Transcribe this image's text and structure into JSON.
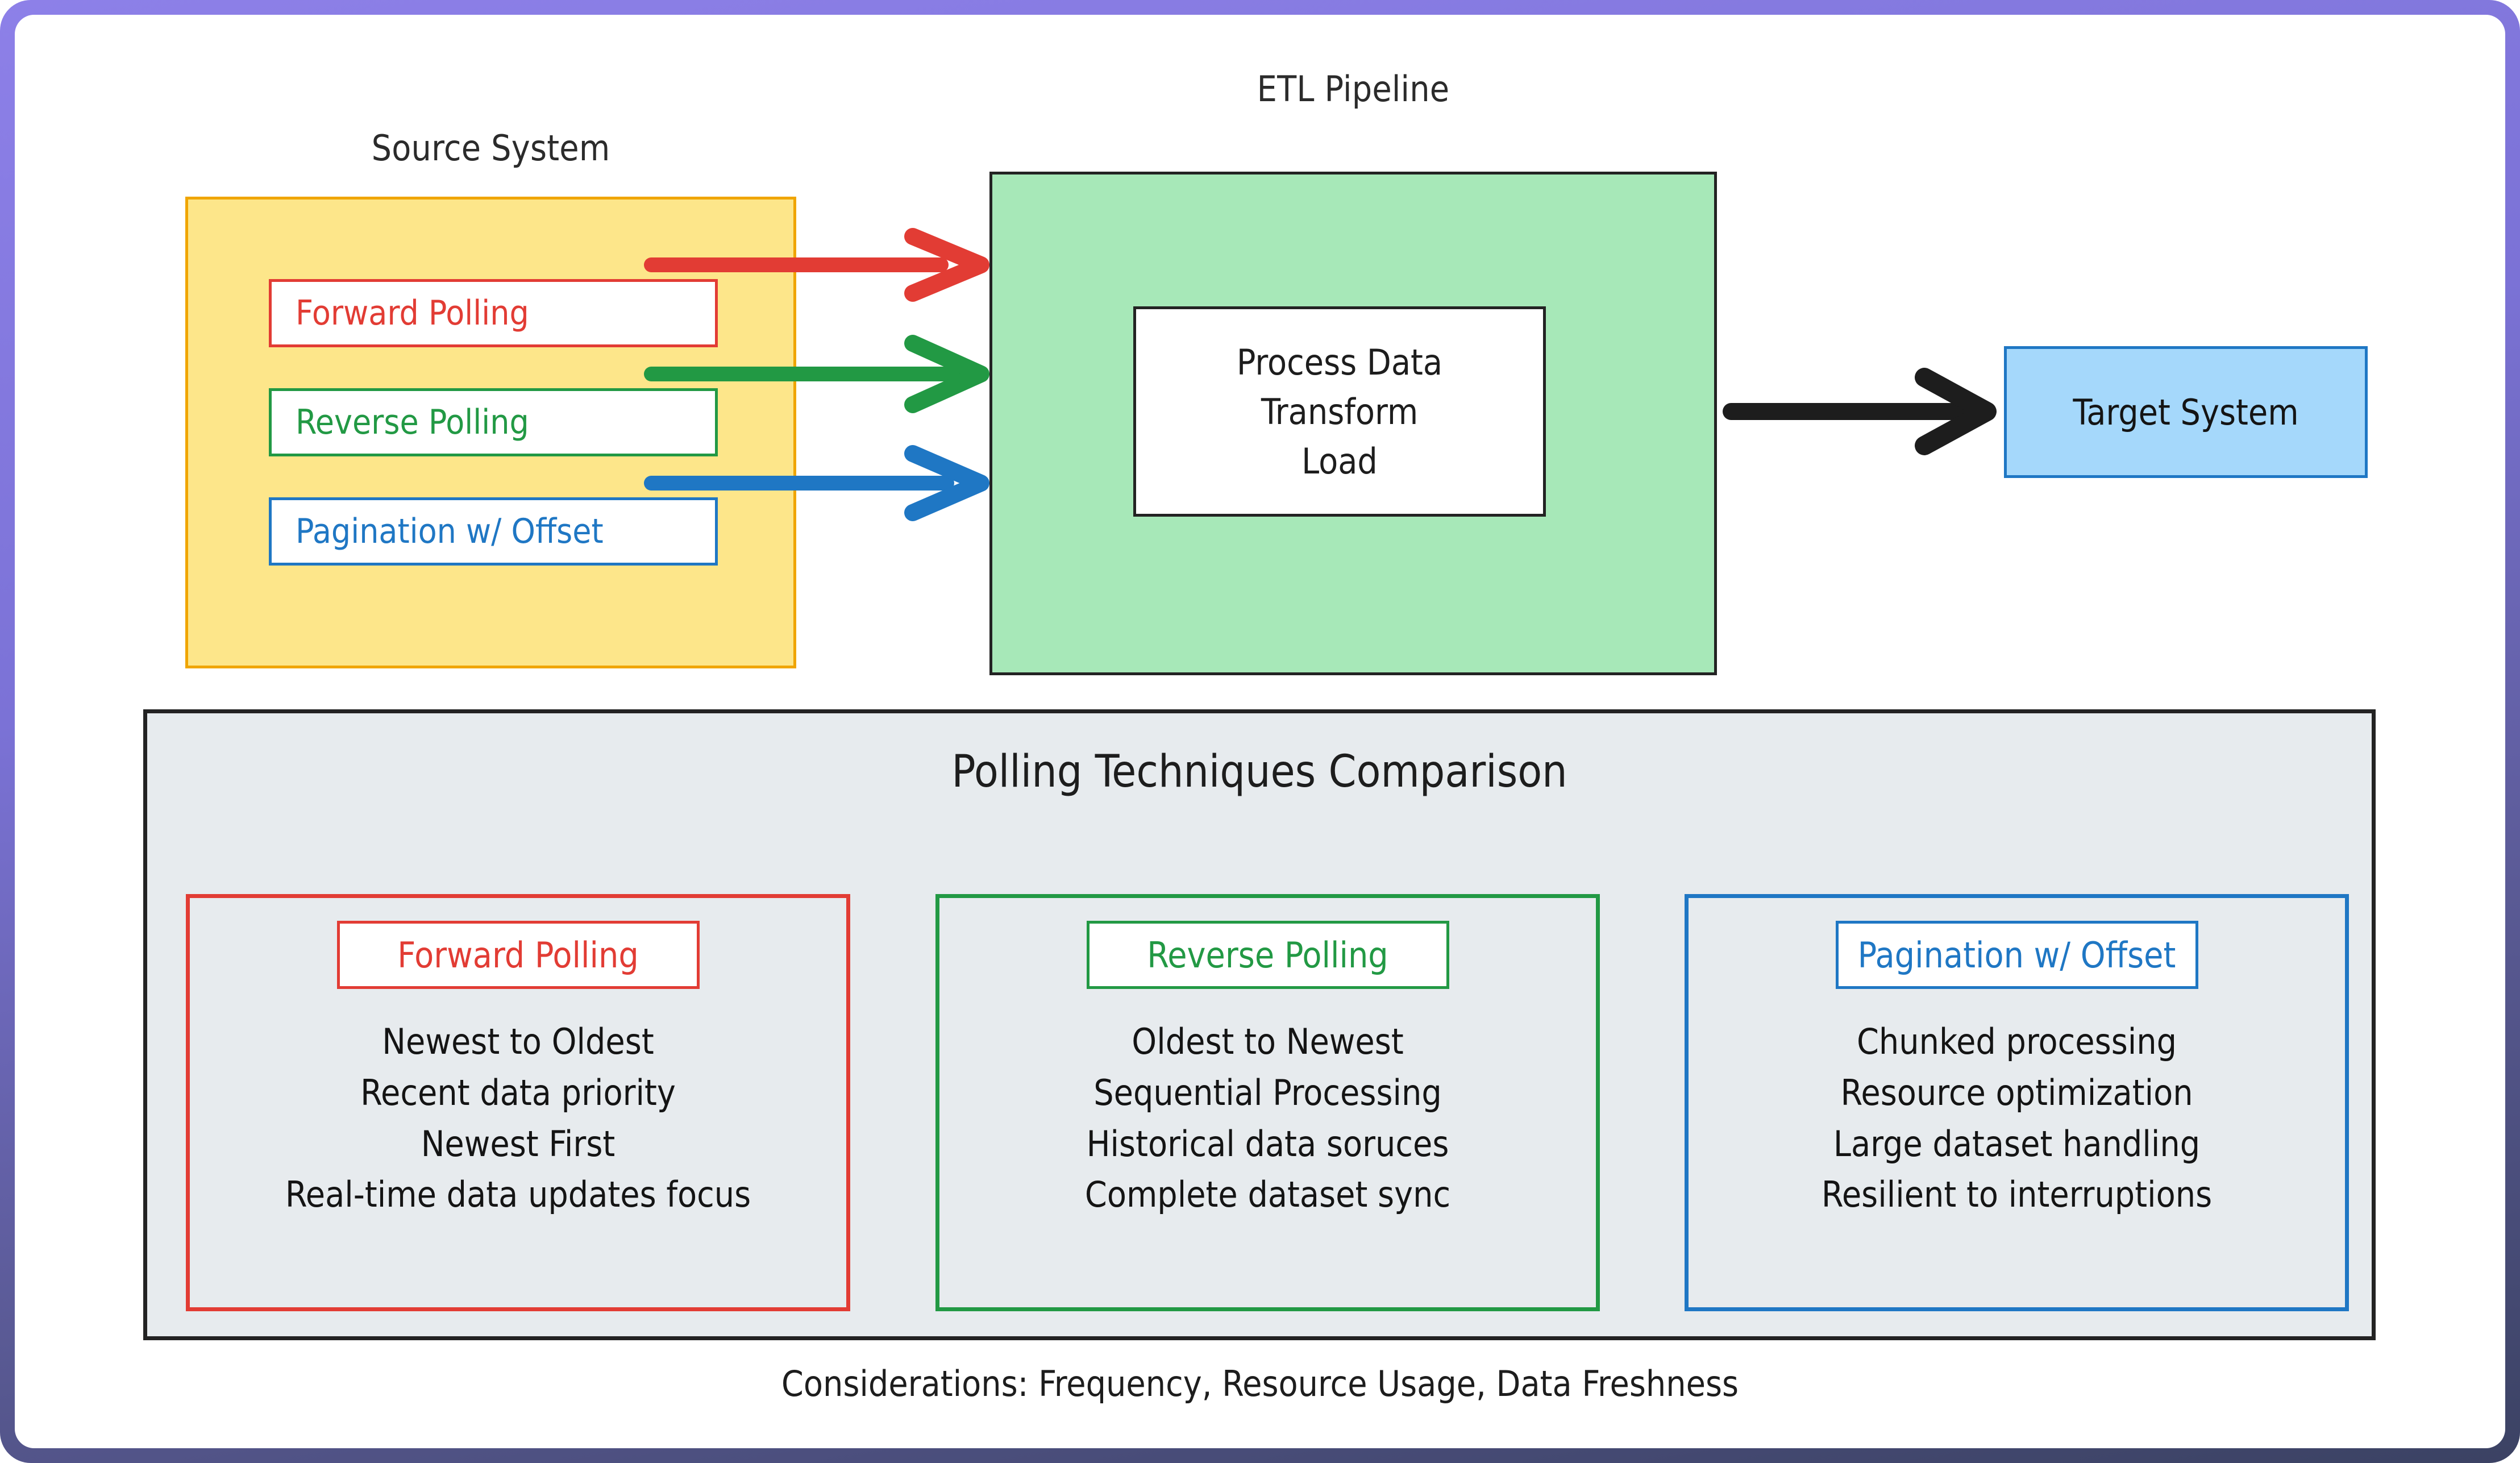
{
  "theme": {
    "frame_top_color": "#8d80e8",
    "frame_bottom_color": "#3b4263",
    "canvas_color": "#ffffff",
    "source_fill": "#fde68a",
    "source_border": "#f0a500",
    "etl_fill": "#a7e8b8",
    "etl_border": "#232323",
    "target_fill": "#a5d8fb",
    "target_border": "#1f77c4",
    "panel_fill": "#e7ebee",
    "panel_border": "#232323",
    "red": "#e23c34",
    "green": "#229944",
    "blue": "#1f77c4",
    "arrow_black": "#1d1d1d"
  },
  "diagram": {
    "source_label": "Source System",
    "etl_label": "ETL Pipeline",
    "source_items": [
      {
        "label": "Forward Polling",
        "color": "#e23c34",
        "arrow": "red-arrow"
      },
      {
        "label": "Reverse Polling",
        "color": "#229944",
        "arrow": "green-arrow"
      },
      {
        "label": "Pagination w/ Offset",
        "color": "#1f77c4",
        "arrow": "blue-arrow"
      }
    ],
    "etl_steps": [
      "Process Data",
      "Transform",
      "Load"
    ],
    "target_label": "Target System",
    "output_arrow": "black-arrow"
  },
  "comparison": {
    "title": "Polling Techniques Comparison",
    "cards": [
      {
        "heading": "Forward Polling",
        "color": "#e23c34",
        "lines": [
          "Newest to Oldest",
          "Recent data priority",
          "Newest First",
          "Real-time data updates focus"
        ]
      },
      {
        "heading": "Reverse Polling",
        "color": "#229944",
        "lines": [
          "Oldest to Newest",
          "Sequential Processing",
          "Historical data soruces",
          "Complete dataset sync"
        ]
      },
      {
        "heading": "Pagination w/ Offset",
        "color": "#1f77c4",
        "lines": [
          "Chunked processing",
          "Resource optimization",
          "Large dataset handling",
          "Resilient to interruptions"
        ]
      }
    ]
  },
  "footnote": "Considerations: Frequency, Resource Usage, Data Freshness"
}
